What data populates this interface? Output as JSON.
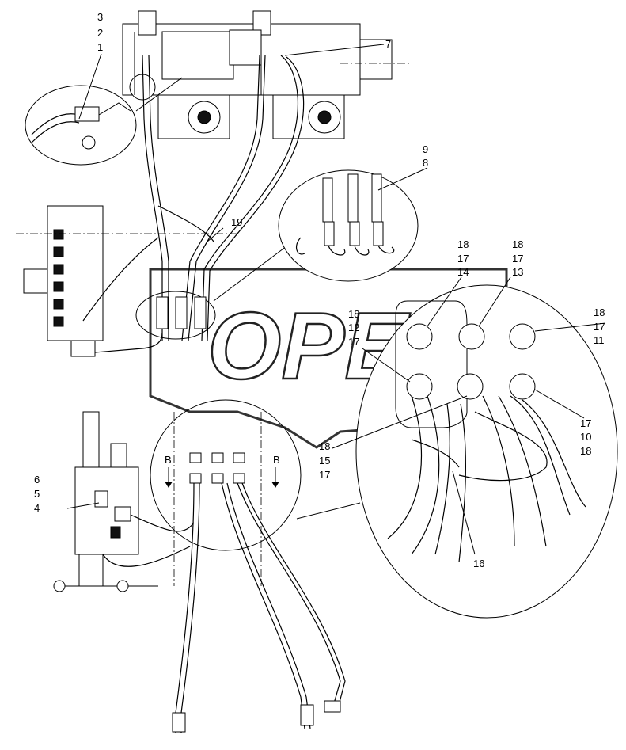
{
  "watermark": "OPEX",
  "callouts": {
    "c3": "3",
    "c2": "2",
    "c1": "1",
    "c7": "7",
    "c9": "9",
    "c8": "8",
    "c19": "19",
    "g1_18": "18",
    "g1_17": "17",
    "g1_14": "14",
    "g2_18": "18",
    "g2_17": "17",
    "g2_13": "13",
    "g3_18": "18",
    "g3_12": "12",
    "g3_17": "17",
    "g4_18": "18",
    "g4_17": "17",
    "g4_11": "11",
    "g5_17": "17",
    "g5_10": "10",
    "g5_18": "18",
    "g6_18": "18",
    "g6_15": "15",
    "g6_17": "17",
    "c16": "16",
    "c6": "6",
    "c5": "5",
    "c4": "4",
    "secB1": "B",
    "secB2": "B"
  }
}
